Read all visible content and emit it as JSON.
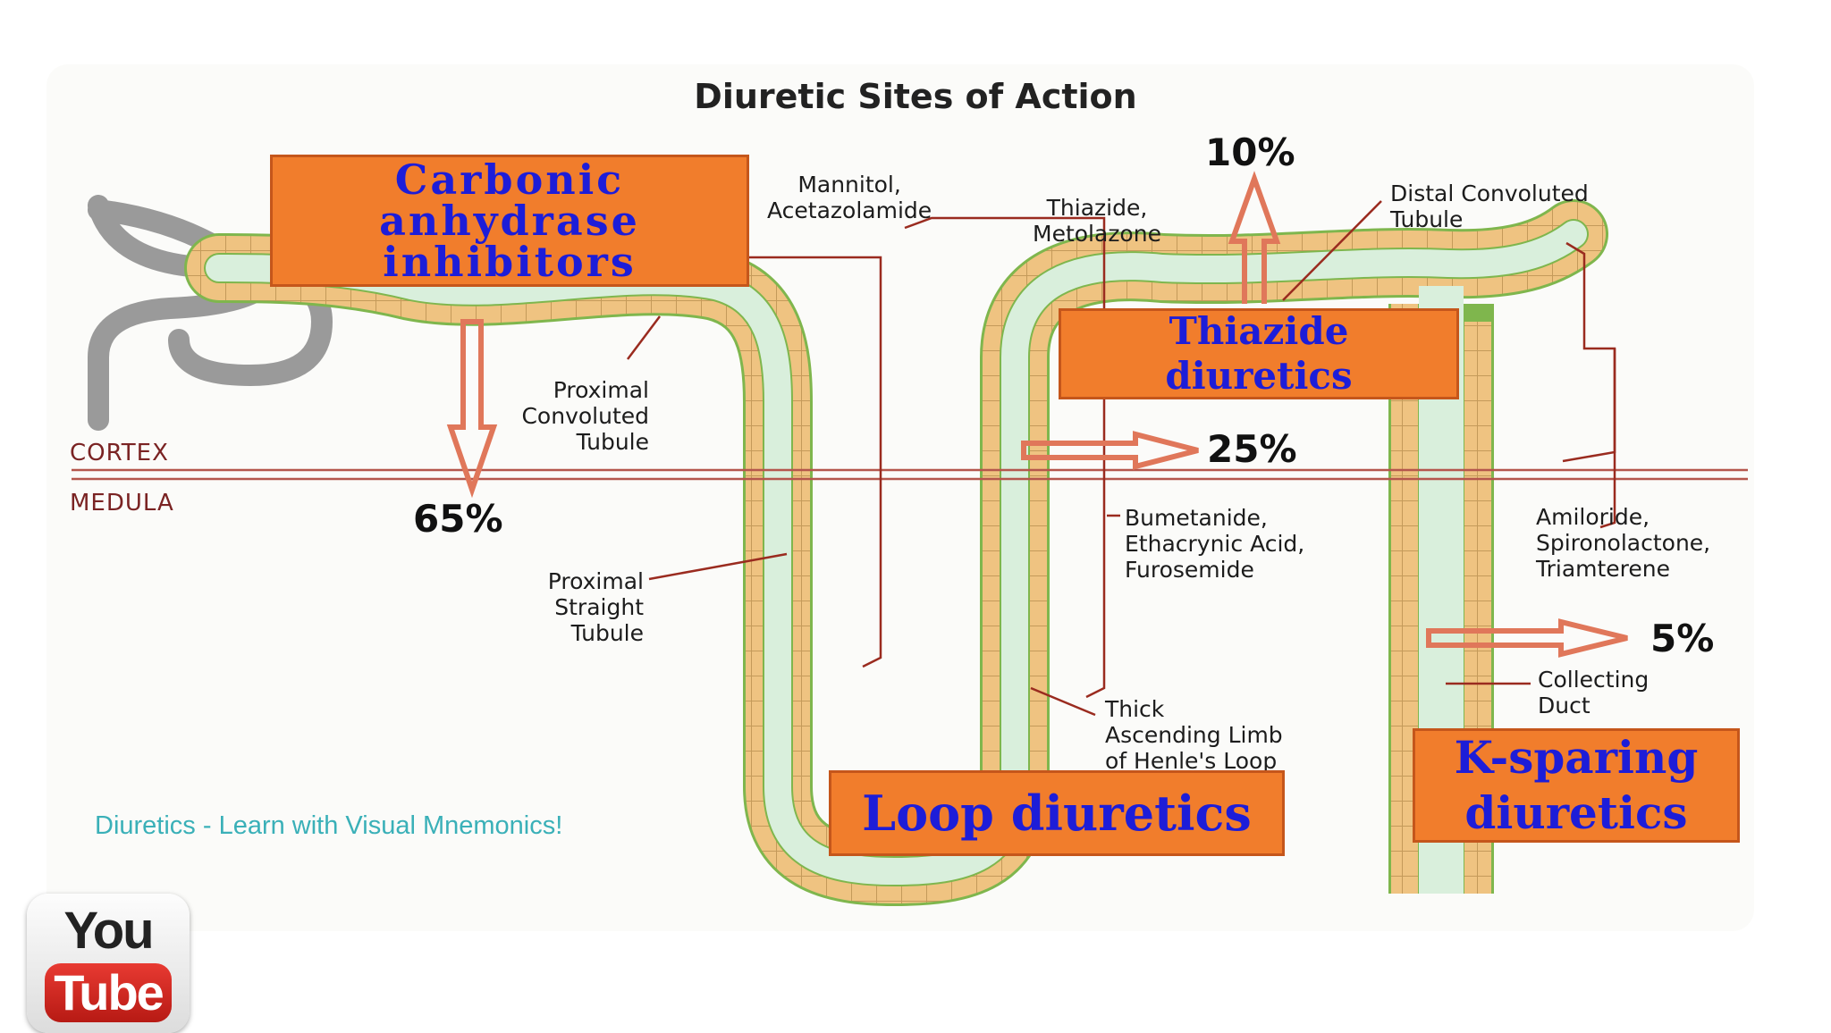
{
  "title": "Diuretic Sites of Action",
  "zones": {
    "cortex": "CORTEX",
    "medulla": "MEDULA"
  },
  "labels": {
    "mannitol": "Mannitol,\nAcetazolamide",
    "thiazide_metolazone": "Thiazide,\nMetolazone",
    "distal": "Distal Convoluted\nTubule",
    "pct_tubule": "Proximal\nConvoluted\nTubule",
    "pst_tubule": "Proximal\nStraight\nTubule",
    "loop_drugs": "Bumetanide,\nEthacrynic Acid,\nFurosemide",
    "k_drugs": "Amiloride,\nSpironolactone,\nTriamterene",
    "collecting": "Collecting\nDuct",
    "thick_limb": "Thick\nAscending Limb\nof Henle's Loop"
  },
  "percents": {
    "proximal": "65%",
    "distal": "10%",
    "loop": "25%",
    "collecting": "5%"
  },
  "boxes": {
    "carbonic": "Carbonic\nanhydrase\ninhibitors",
    "thiazide": "Thiazide\ndiuretics",
    "loop": "Loop diuretics",
    "ksparing": "K-sparing\ndiuretics"
  },
  "footer": "Diuretics - Learn with Visual Mnemonics!",
  "logo": {
    "top": "You",
    "bottom": "Tube"
  },
  "colors": {
    "tubule_cell": "#efc381",
    "tubule_border": "#7fb64d",
    "lumen": "#d9efdc",
    "box_fill": "#f17d2c",
    "box_text": "#1d1dd8",
    "arrow": "#e0775a",
    "leader": "#9a2b1f"
  }
}
